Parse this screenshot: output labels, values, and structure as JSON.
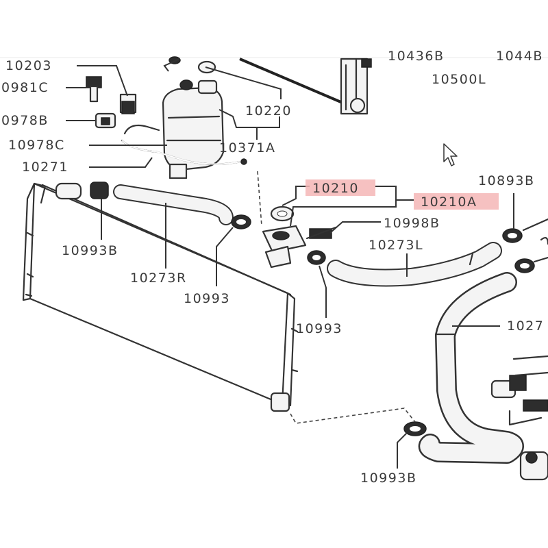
{
  "labels": {
    "p10203": "10203",
    "p10981c": "0981C",
    "p10978b": "0978B",
    "p10978c": "10978C",
    "p10271": "10271",
    "p10220": "10220",
    "p10371a": "10371A",
    "p10436b": "10436B",
    "p1044b": "1044B",
    "p10500l": "10500L",
    "p10210": "10210",
    "p10210a": "10210A",
    "p10998b": "10998B",
    "p10273l": "10273L",
    "p10893b": "10893B",
    "p10993b_left": "10993B",
    "p10273r": "10273R",
    "p10993_mid": "10993",
    "p10993_right": "10993",
    "p1027x": "1027",
    "p10993b_bottom": "10993B"
  },
  "colors": {
    "highlight": "#f4b6b6",
    "line": "#333333",
    "text": "#3a3a3a",
    "background": "#ffffff"
  },
  "icons": {
    "cursor": "mouse-pointer-icon"
  }
}
